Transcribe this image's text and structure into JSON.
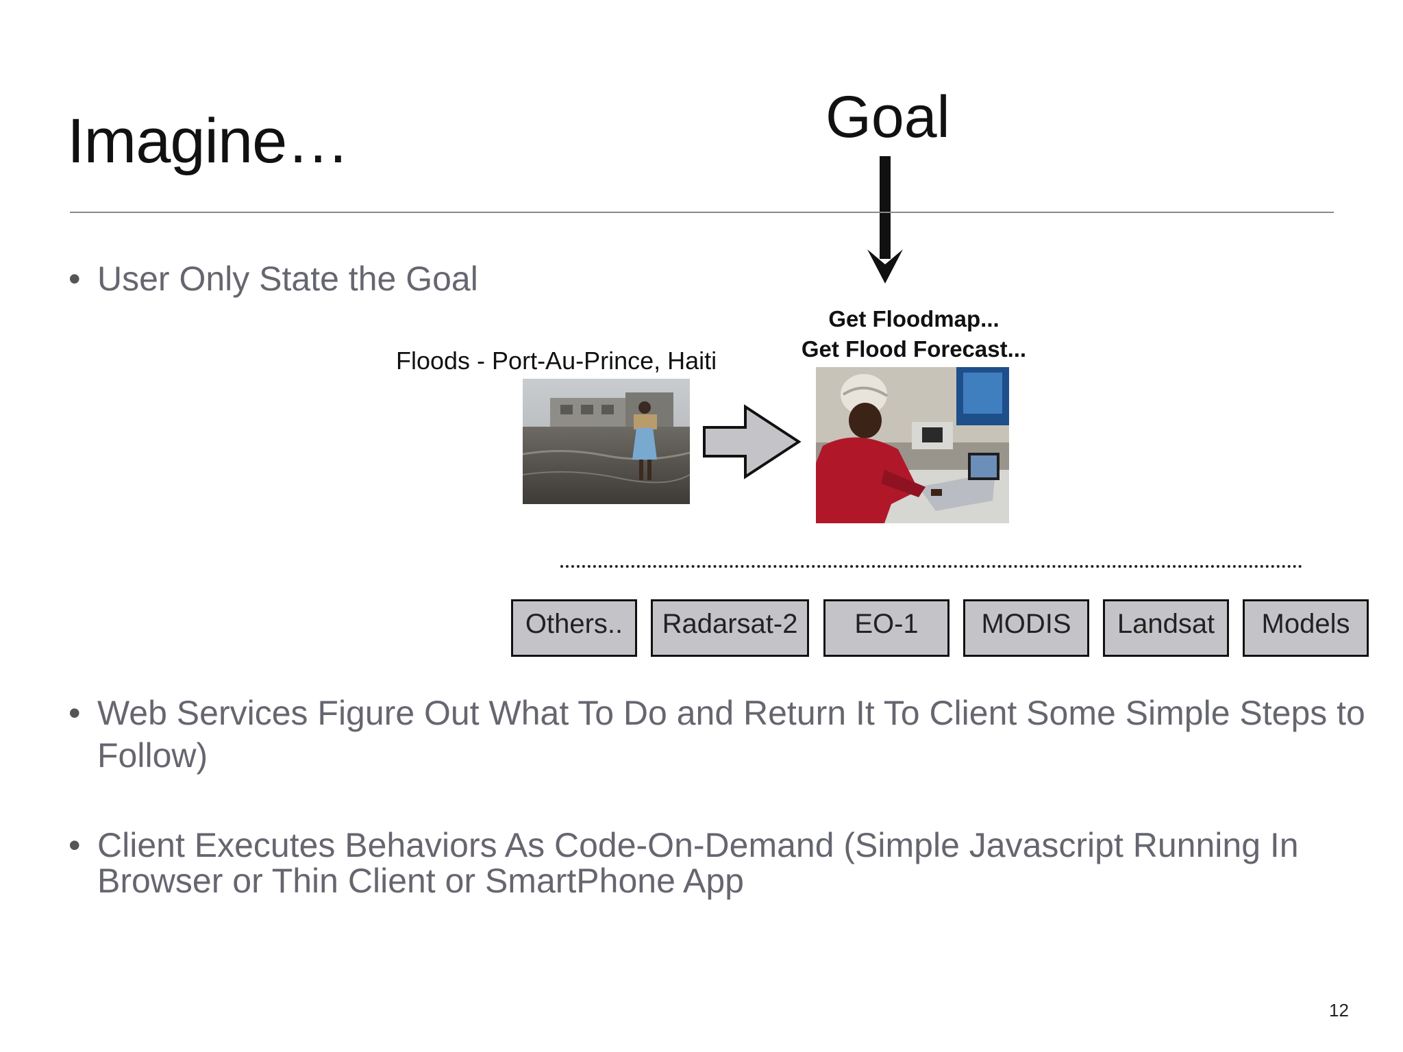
{
  "slide": {
    "title": "Imagine…",
    "goal_label": "Goal",
    "page_number": "12"
  },
  "bullets": [
    "User Only State the Goal",
    "Web Services Figure Out What To Do and Return It To Client Some Simple Steps to Follow)",
    "Client Executes Behaviors As Code-On-Demand (Simple Javascript Running In Browser or Thin Client or SmartPhone App"
  ],
  "diagram": {
    "flood_caption": "Floods - Port-Au-Prince, Haiti",
    "goal_caption_line1": "Get Floodmap...",
    "goal_caption_line2": "Get Flood Forecast...",
    "services": [
      "Others..",
      "Radarsat-2",
      "EO-1",
      "MODIS",
      "Landsat",
      "Models"
    ]
  },
  "colors": {
    "bullet_text": "#666670",
    "service_box": "#c4c4c8",
    "arrow_fill": "#c4c4c8"
  }
}
